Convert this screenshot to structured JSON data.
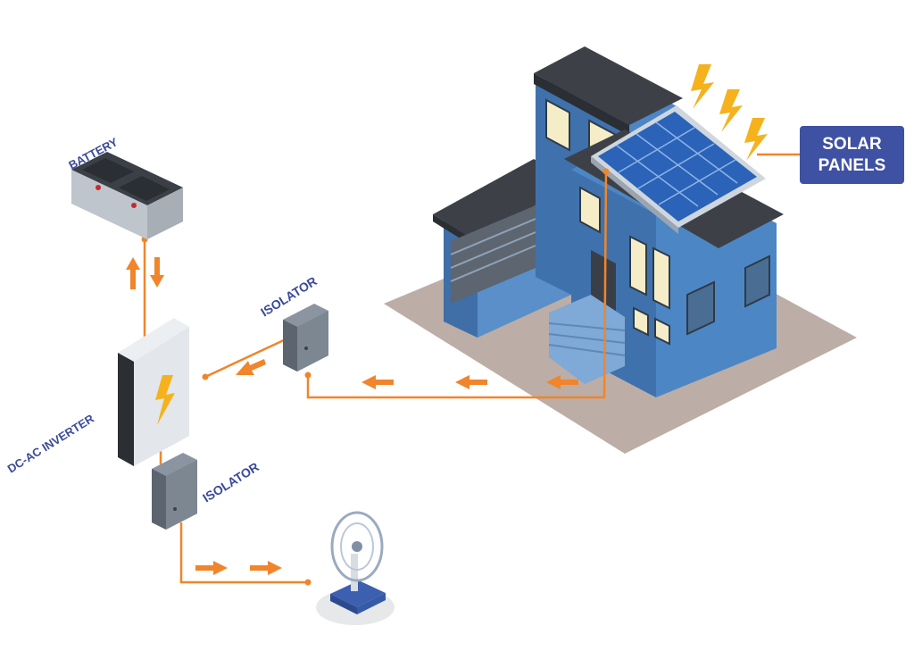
{
  "labels": {
    "battery": "BATTERY",
    "isolator_top": "ISOLATOR",
    "isolator_bottom": "ISOLATOR",
    "inverter": "DC-AC INVERTER",
    "solar_line1": "SOLAR",
    "solar_line2": "PANELS"
  },
  "icons": [
    "battery-icon",
    "isolator-icon",
    "inverter-icon",
    "lightning-bolt-icon",
    "house-icon",
    "solar-panel-icon",
    "fan-icon",
    "arrow-icon"
  ],
  "colors": {
    "wire": "#f0852b",
    "label": "#3a4a9c",
    "house_wall": "#4d86c5",
    "roof": "#3d4147",
    "ground": "#bcaea6",
    "solar_badge": "#3f51a3"
  }
}
